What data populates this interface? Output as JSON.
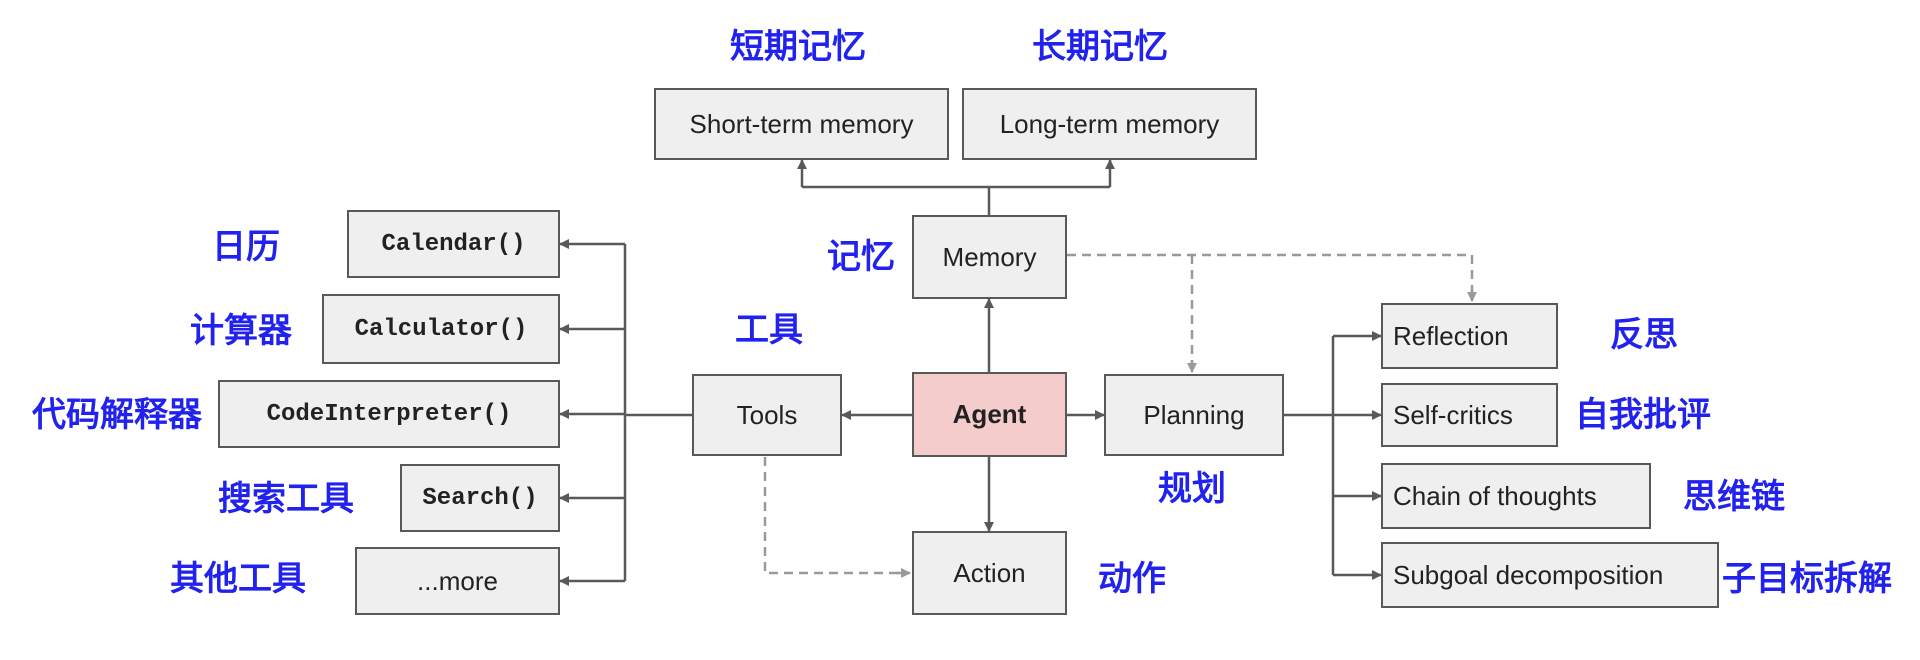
{
  "nodes": {
    "short_term_memory": "Short-term memory",
    "long_term_memory": "Long-term memory",
    "memory": "Memory",
    "agent": "Agent",
    "tools": "Tools",
    "planning": "Planning",
    "action": "Action",
    "calendar": "Calendar()",
    "calculator": "Calculator()",
    "code_interpreter": "CodeInterpreter()",
    "search": "Search()",
    "more": "...more",
    "reflection": "Reflection",
    "self_critics": "Self-critics",
    "chain_of_thoughts": "Chain of thoughts",
    "subgoal_decomposition": "Subgoal decomposition"
  },
  "labels": {
    "short_term_memory": "短期记忆",
    "long_term_memory": "长期记忆",
    "memory": "记忆",
    "tools": "工具",
    "planning": "规划",
    "action": "动作",
    "calendar": "日历",
    "calculator": "计算器",
    "code_interpreter": "代码解释器",
    "search": "搜索工具",
    "more": "其他工具",
    "reflection": "反思",
    "self_critics": "自我批评",
    "chain_of_thoughts": "思维链",
    "subgoal_decomposition": "子目标拆解"
  },
  "colors": {
    "box_fill": "#efefef",
    "agent_fill": "#f4cccc",
    "border": "#595959",
    "arrow_solid": "#595959",
    "arrow_dashed": "#999999",
    "chinese_label": "#2222ee"
  }
}
